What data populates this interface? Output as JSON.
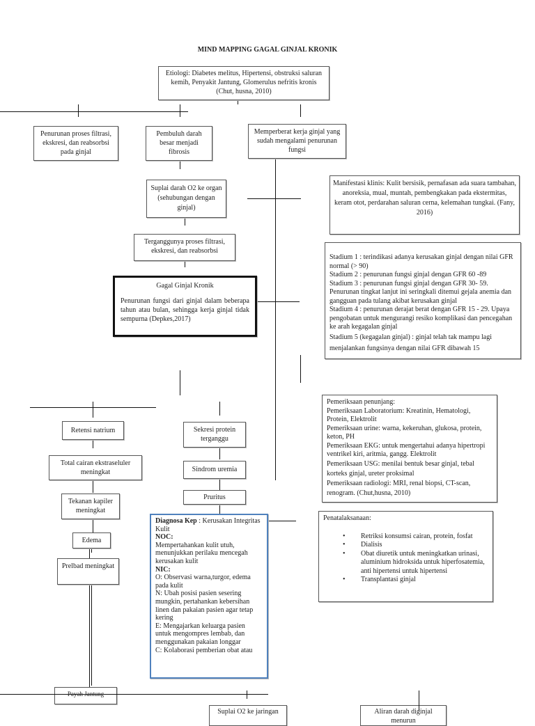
{
  "title": "MIND MAPPING GAGAL GINJAL KRONIK",
  "etiologi": "Etiologi: Diabetes melitus, Hipertensi, obstruksi saluran kemih, Penyakit Jantung, Glomerulus nefritis kronis (Chut, husna, 2010)",
  "penurunan_proses": "Penurunan proses filtrasi, ekskresi, dan reabsorbsi pada ginjal",
  "pembuluh": "Pembuluh darah besar menjadi fibrosis",
  "memperberat": "Memperberat kerja ginjal yang sudah mengalami penurunan fungsi",
  "manifestasi": "Manifestasi klinis: Kulit bersisik, pernafasan ada suara tambahan, anoreksia, mual, muntah, pembengkakan pada ekstermitas, keram otot, perdarahan saluran cerna, kelemahan tungkai. (Fany, 2016)",
  "suplai_darah": "Suplai darah O2 ke organ (sehubungan dengan ginjal)",
  "terganggunya": "Terganggunya proses filtrasi, ekskresi, dan reabsorbsi",
  "ggk": {
    "heading": "Gagal Ginjal Kronik",
    "body": "Penurunan fungsi dari ginjal dalam beberapa tahun atau bulan, sehingga kerja ginjal tidak sempurna (Depkes,2017)"
  },
  "stadium": [
    "Stadium 1 : terindikasi adanya kerusakan ginjal dengan nilai GFR normal (> 90)",
    "Stadium 2 : penurunan fungsi ginjal dengan GFR 60 -89",
    "Stadium 3 : penurunan fungsi ginjal dengan GFR 30- 59. Penurunan tingkat lanjut ini seringkali ditemui gejala anemia dan gangguan pada tulang akibat kerusakan ginjal",
    "Stadium 4 : penurunan derajat berat dengan GFR 15 - 29. Upaya pengobatan untuk mengurangi resiko komplikasi dan pencegahan ke arah kegagalan ginjal",
    "Stadium 5 (kegagalan ginjal) : ginjal telah tak mampu lagi menjalankan fungsinya dengan nilai GFR dibawah 15"
  ],
  "left_chain": [
    "Retensi natrium",
    "Total cairan ekstraseluler meningkat",
    "Tekanan kapiler meningkat",
    "Edema",
    "Prelbad meningkat"
  ],
  "mid_chain": [
    "Sekresi protein terganggu",
    "Sindrom uremia",
    "Pruritus"
  ],
  "pemeriksaan": [
    "Pemeriksaan penunjang:",
    "Pemeriksaan Laboratorium: Kreatinin, Hematologi, Protein, Elektrolit",
    "Pemeriksaan urine: warna, kekeruhan, glukosa, protein, keton, PH",
    "Pemeriksaan EKG: untuk mengertahui adanya hipertropi ventrikel kiri, aritmia, gangg. Elektrolit",
    "Pemeriksaan USG: menilai bentuk besar ginjal, tebal korteks ginjal, ureter proksimal",
    "Pemeriksaan radiologi: MRI, renal biopsi, CT-scan, renogram. (Chut,husna, 2010)"
  ],
  "diagnosa": {
    "label": "Diagnosa Kep",
    "value": ": Kerusakan Integritas Kulit",
    "noc_label": "NOC:",
    "noc": "Mempertahankan kulit utuh, menunjukkan perilaku mencegah kerusakan kulit",
    "nic_label": "NIC:",
    "nic": [
      "O: Observasi warna,turgor, edema pada kulit",
      "N: Ubah posisi pasien sesering mungkin, pertahankan kebersihan linen dan pakaian pasien agar tetap kering",
      "E: Mengajarkan keluarga pasien untuk mengompres lembab, dan menggunakan pakaian longgar",
      "C: Kolaborasi pemberian obat atau"
    ]
  },
  "penatalaksanaan": {
    "heading": "Penatalaksanaan:",
    "items": [
      "Retriksi konsumsi cairan, protein, fosfat",
      "Dialisis",
      "Obat diuretik untuk meningkatkan urinasi, aluminium hidroksida untuk hiperfosatemia, anti hipertensi untuk hipertensi",
      "Transplantasi ginjal"
    ]
  },
  "payah_jantung": "Payah Jantung",
  "suplai_jaringan": "Suplai O2 ke jaringan",
  "aliran_darah": "Aliran darah diginjal menurun",
  "colors": {
    "diagnosa_border": "#4f81bd"
  }
}
